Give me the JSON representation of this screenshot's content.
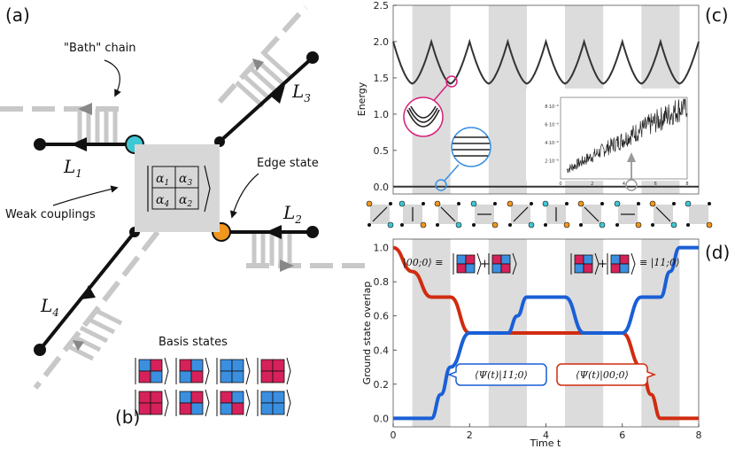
{
  "panel_labels": {
    "a": "(a)",
    "b": "(b)",
    "c": "(c)",
    "d": "(d)"
  },
  "left": {
    "bath_chain": "\"Bath\" chain",
    "edge_state": "Edge state",
    "weak_couplings": "Weak couplings",
    "basis_states": "Basis states",
    "leg_L1": "L",
    "leg_L1_sub": "1",
    "leg_L2": "L",
    "leg_L2_sub": "2",
    "leg_L3": "L",
    "leg_L3_sub": "3",
    "leg_L4": "L",
    "leg_L4_sub": "4",
    "alpha1": "α",
    "alpha1_sub": "1",
    "alpha2": "α",
    "alpha2_sub": "2",
    "alpha3": "α",
    "alpha3_sub": "3",
    "alpha4": "α",
    "alpha4_sub": "4",
    "basis_grid": [
      [
        "br",
        "rb",
        "bb",
        "rr"
      ],
      [
        "rr",
        "br",
        "rb",
        "bb"
      ]
    ]
  },
  "colors": {
    "red": "#d6215a",
    "blue": "#3a8fe0",
    "teal": "#3ec7d4",
    "orange": "#f0961e",
    "gray": "#c8c8c8",
    "curve_blue": "#1a5fd6",
    "curve_red": "#d02c10"
  },
  "chart_data": [
    {
      "type": "line",
      "panel": "c",
      "ylabel": "Energy",
      "ylim": [
        -0.1,
        2.5
      ],
      "xlim": [
        0,
        8
      ],
      "yticks": [
        "0.0",
        "0.5",
        "1.0",
        "1.5",
        "2.0",
        "2.5"
      ],
      "shaded_intervals": [
        [
          0.5,
          1.5
        ],
        [
          2.5,
          3.5
        ],
        [
          4.5,
          5.5
        ],
        [
          6.5,
          7.5
        ]
      ],
      "series": [
        {
          "x": [
            0,
            0.5,
            1,
            1.5,
            2,
            2.5,
            3,
            3.5,
            4,
            4.5,
            5,
            5.5,
            6,
            6.5,
            7,
            7.5,
            8
          ],
          "values": [
            2.0,
            1.42,
            2.0,
            1.42,
            2.0,
            1.42,
            2.0,
            1.42,
            2.0,
            1.42,
            2.0,
            1.42,
            2.0,
            1.42,
            2.0,
            1.42,
            2.0
          ]
        },
        {
          "x": [
            0,
            8
          ],
          "values": [
            0,
            0
          ]
        }
      ],
      "inset": {
        "xticks": [
          "0",
          "2",
          "4",
          "6",
          "8"
        ],
        "yticks": [
          "2·10⁻⁶",
          "4·10⁻⁶",
          "6·10⁻⁶",
          "8·10⁻⁶"
        ],
        "ylim": [
          0,
          9
        ]
      }
    },
    {
      "type": "line",
      "panel": "d",
      "ylabel": "Ground state overlap",
      "xlabel": "Time t",
      "xlim": [
        0,
        8
      ],
      "ylim": [
        -0.05,
        1.05
      ],
      "xticks": [
        "0",
        "2",
        "4",
        "6",
        "8"
      ],
      "yticks": [
        "0.0",
        "0.2",
        "0.4",
        "0.6",
        "0.8",
        "1.0"
      ],
      "shaded_intervals": [
        [
          0.5,
          1.5
        ],
        [
          2.5,
          3.5
        ],
        [
          4.5,
          5.5
        ],
        [
          6.5,
          7.5
        ]
      ],
      "series": [
        {
          "name": "⟨Ψ(t)|11;0⟩",
          "color": "blue",
          "x": [
            0,
            1.0,
            1.25,
            1.5,
            2.0,
            2.5,
            3.0,
            3.25,
            3.5,
            4.0,
            4.5,
            5.0,
            5.5,
            5.75,
            6.0,
            6.5,
            7.0,
            7.25,
            7.5,
            8.0
          ],
          "values": [
            0,
            0,
            0.14,
            0.3,
            0.5,
            0.5,
            0.5,
            0.6,
            0.71,
            0.71,
            0.71,
            0.5,
            0.5,
            0.5,
            0.5,
            0.71,
            0.71,
            0.86,
            1.0,
            1.0
          ]
        },
        {
          "name": "⟨Ψ(t)|00;0⟩",
          "color": "red",
          "x": [
            0,
            0.5,
            1.0,
            1.5,
            2.0,
            2.5,
            3.0,
            4.0,
            5.0,
            5.5,
            6.0,
            6.5,
            6.75,
            7.0,
            7.5,
            8.0
          ],
          "values": [
            1.0,
            0.86,
            0.71,
            0.71,
            0.5,
            0.5,
            0.5,
            0.5,
            0.5,
            0.5,
            0.5,
            0.3,
            0.14,
            0,
            0,
            0
          ]
        }
      ],
      "annotations": {
        "left_eq": "|00;0⟩ ≡",
        "right_eq": "≡ |11;0⟩",
        "plus": "+",
        "box_blue": "⟨Ψ(t)|11;0⟩",
        "box_red": "⟨Ψ(t)|00;0⟩"
      }
    }
  ]
}
